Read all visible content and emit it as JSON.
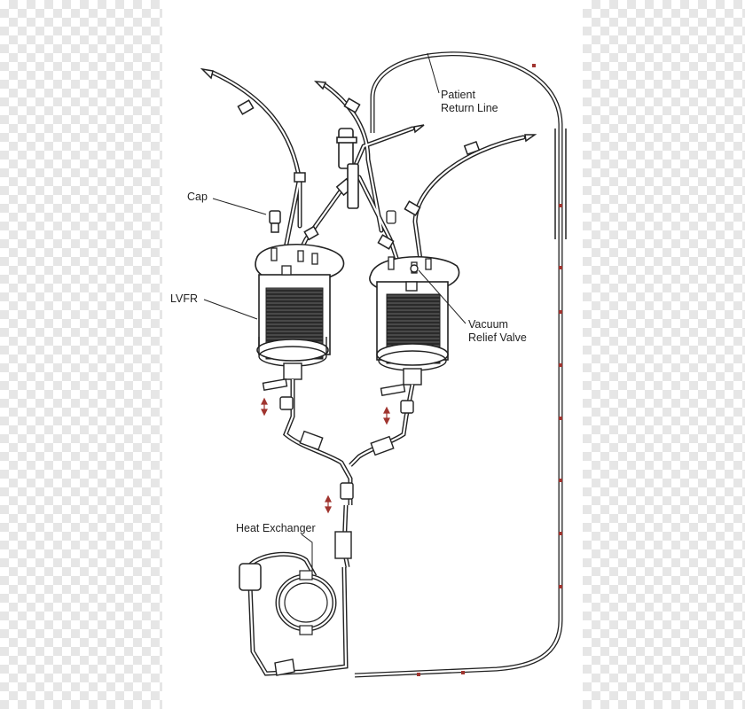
{
  "labels": {
    "patient_return_line": [
      "Patient",
      "Return Line"
    ],
    "cap": "Cap",
    "lvfr": "LVFR",
    "vacuum_relief_valve": [
      "Vacuum",
      "Relief Valve"
    ],
    "heat_exchanger": "Heat Exchanger"
  },
  "colors": {
    "line": "#222222",
    "accent": "#a0342f",
    "checker": "#e6e6e6"
  }
}
